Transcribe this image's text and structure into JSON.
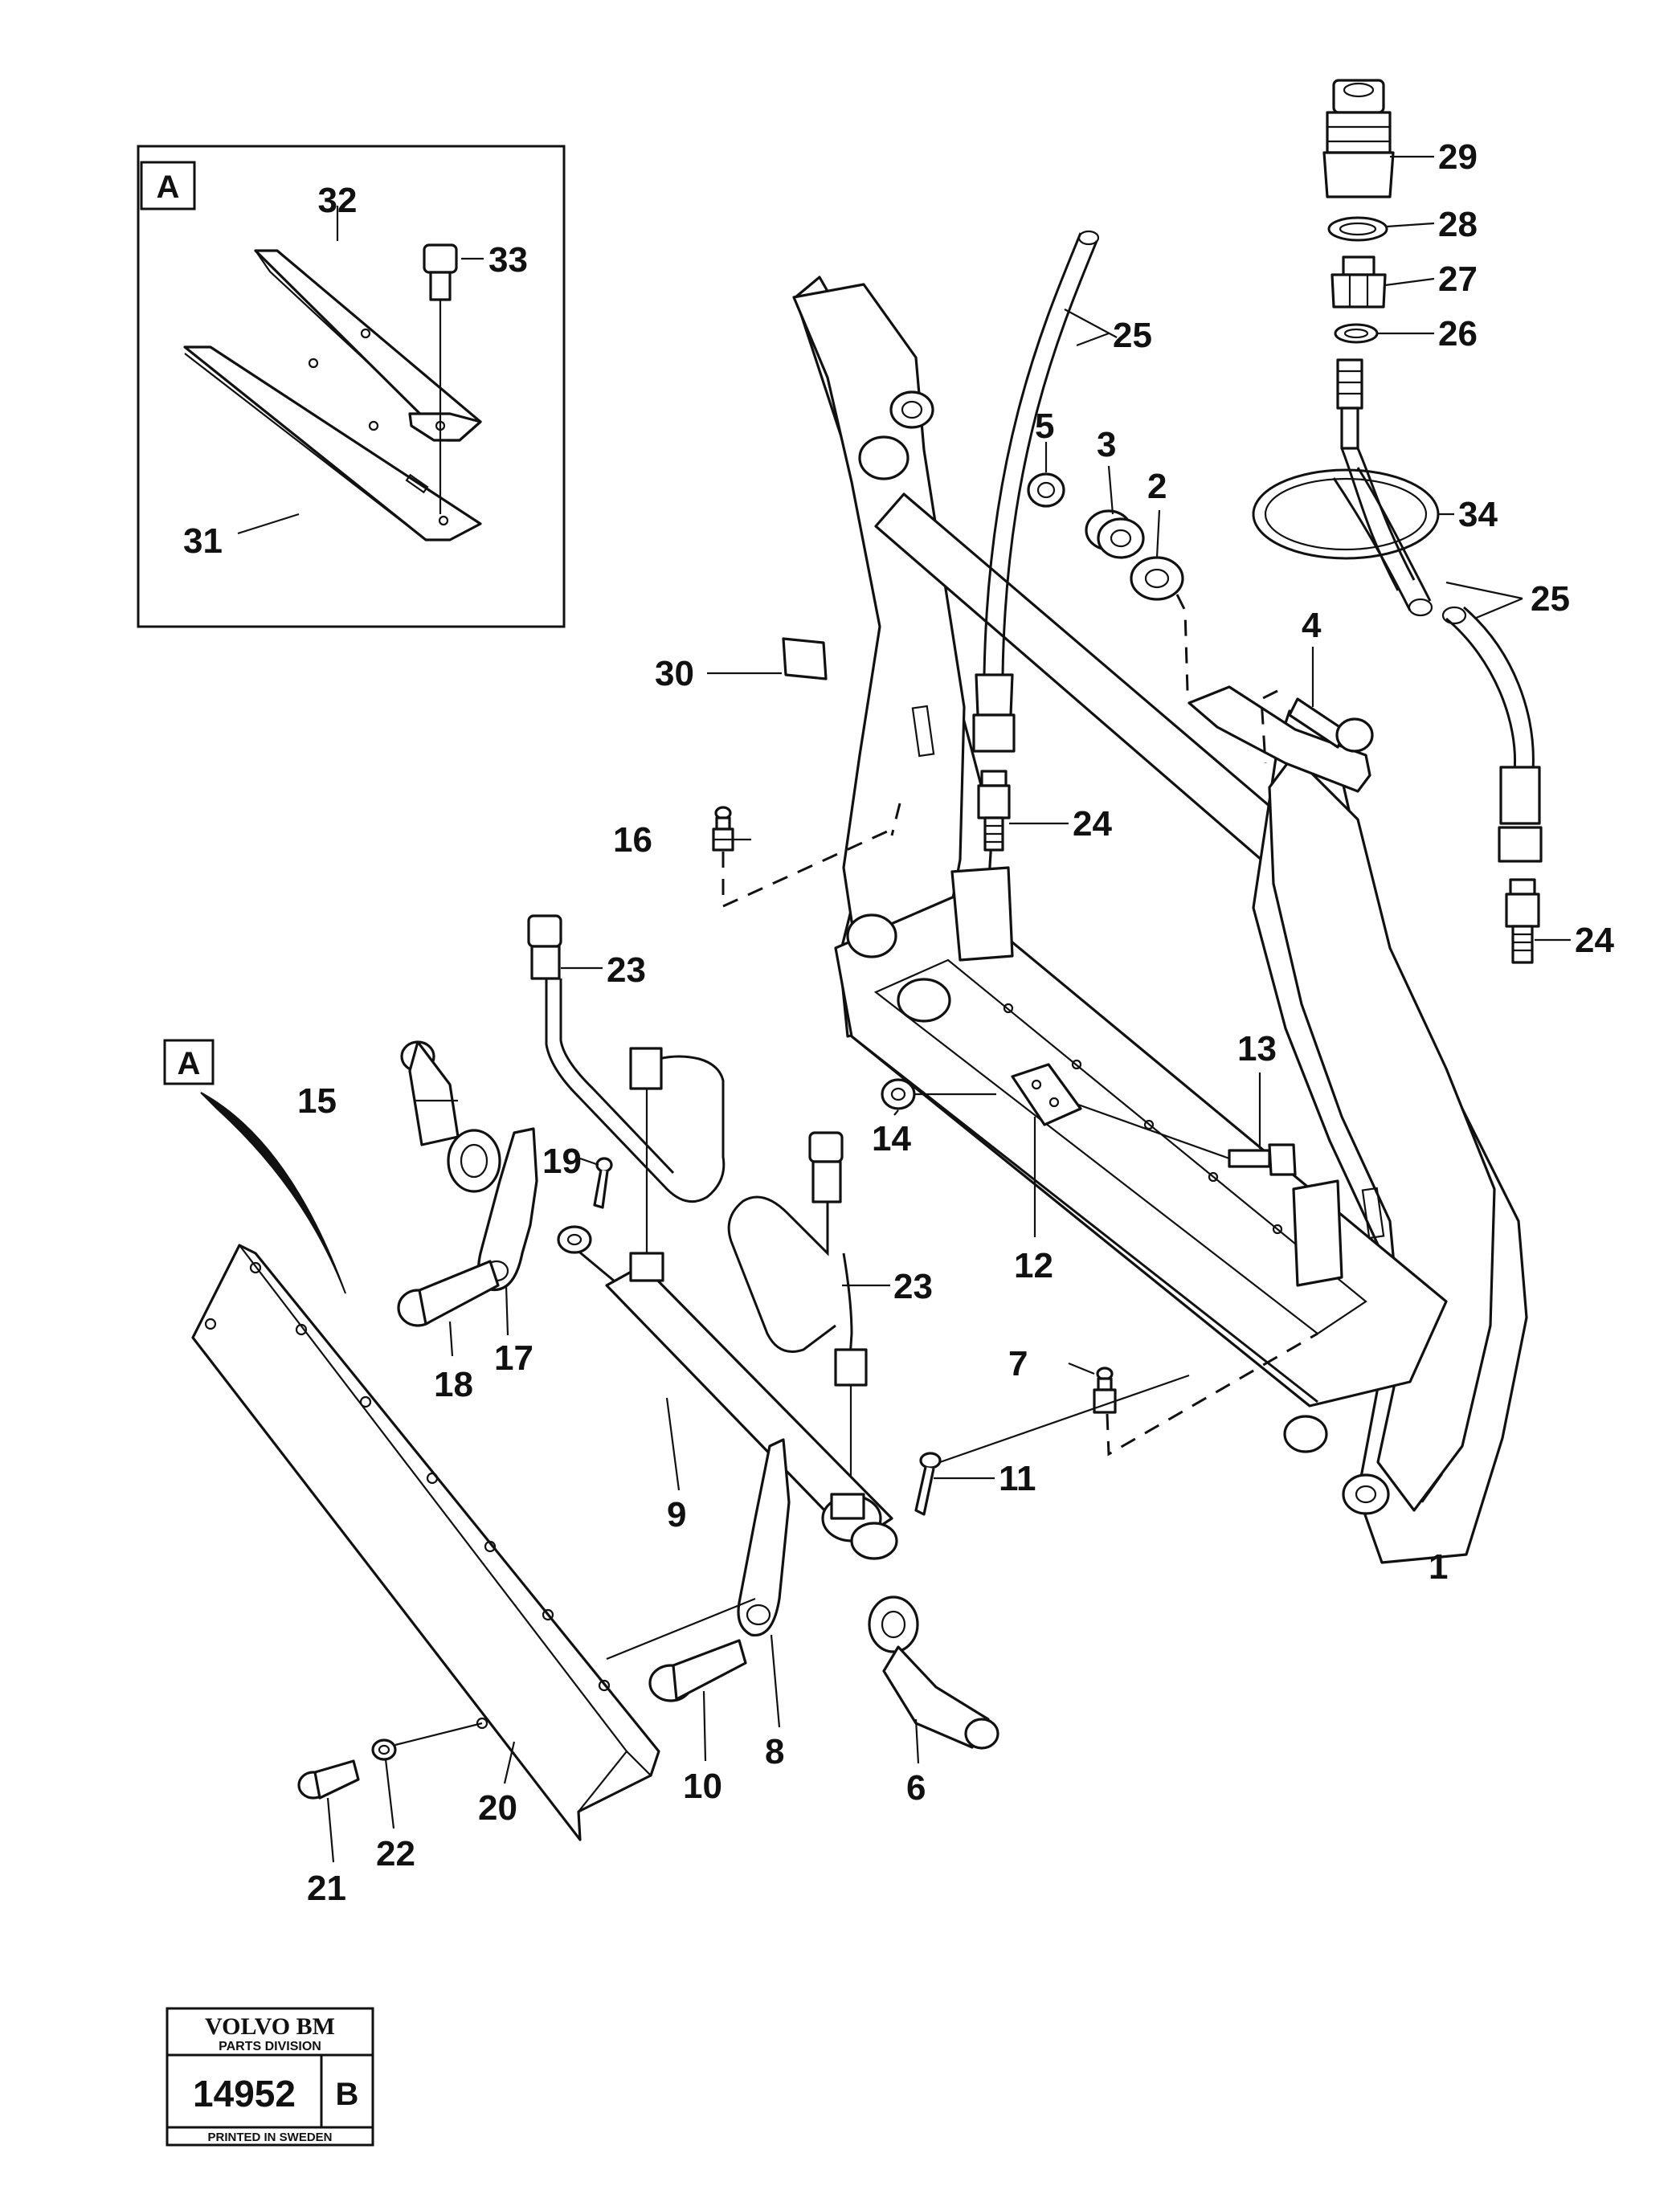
{
  "detail": {
    "tag": "A",
    "callouts": {
      "c31": "31",
      "c32": "32",
      "c33": "33"
    }
  },
  "main_view_tag": "A",
  "callouts": {
    "c1": "1",
    "c2": "2",
    "c3": "3",
    "c4": "4",
    "c5": "5",
    "c6": "6",
    "c7": "7",
    "c8": "8",
    "c9": "9",
    "c10": "10",
    "c11": "11",
    "c12": "12",
    "c13": "13",
    "c14": "14",
    "c15": "15",
    "c16": "16",
    "c17": "17",
    "c18": "18",
    "c19": "19",
    "c20": "20",
    "c21": "21",
    "c22": "22",
    "c23a": "23",
    "c23b": "23",
    "c24a": "24",
    "c24b": "24",
    "c25a": "25",
    "c25b": "25",
    "c26": "26",
    "c27": "27",
    "c28": "28",
    "c29": "29",
    "c30": "30",
    "c34": "34"
  },
  "stamp": {
    "brand": "VOLVO BM",
    "division": "PARTS DIVISION",
    "number": "14952",
    "revision": "B",
    "printed": "PRINTED IN SWEDEN"
  }
}
